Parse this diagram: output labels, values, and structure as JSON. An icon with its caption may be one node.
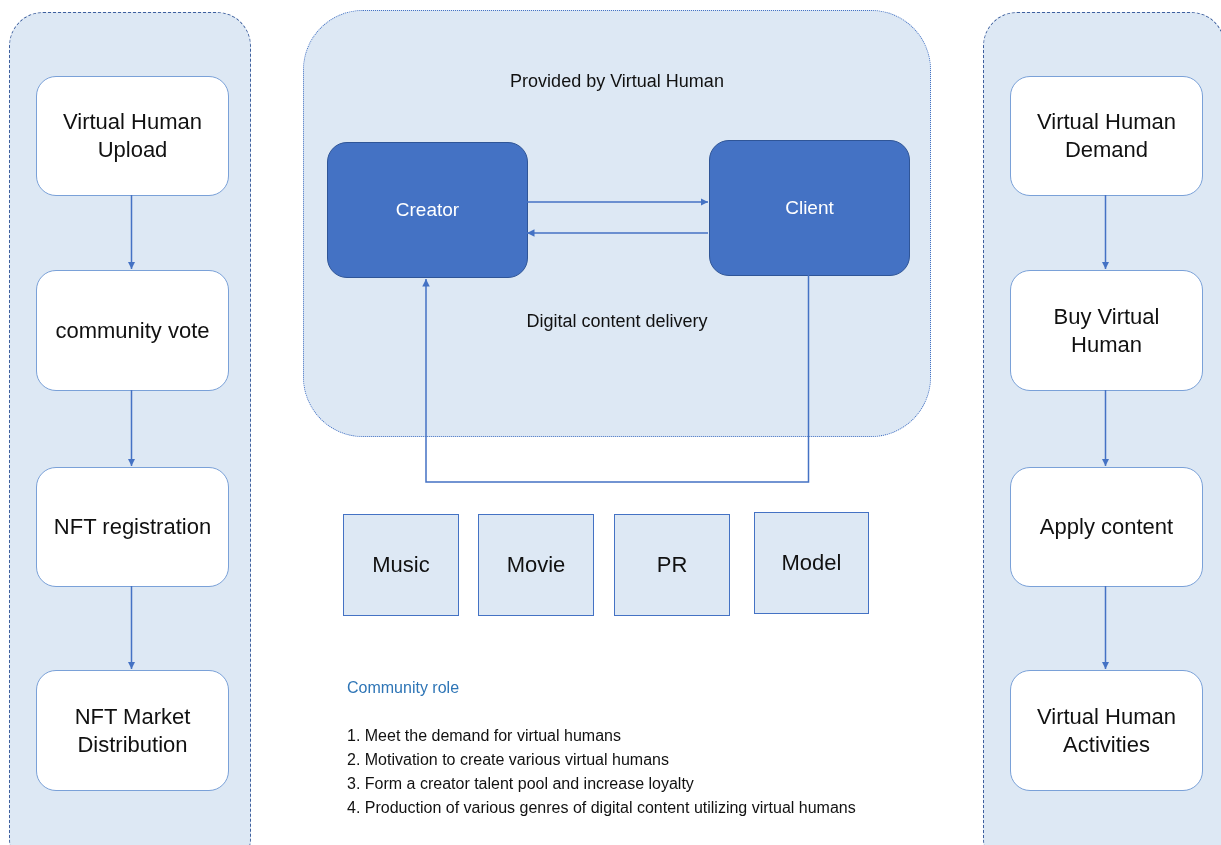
{
  "diagram": {
    "nodes": [
      {
        "text": [],
        "shape": "box"
      },
      {
        "text": [
          "Virtual Human Upload"
        ],
        "in": 0
      },
      {
        "text": [
          "community vote"
        ],
        "in": 0
      },
      {
        "text": [
          "NFT registration"
        ],
        "in": 0
      },
      {
        "text": [
          "NFT Market Distribution"
        ],
        "in": 0
      },
      {
        "text": [
          "Provided by Virtual Human",
          "Digital content delivery"
        ]
      },
      {
        "text": [
          "Creator"
        ],
        "in": 5
      },
      {
        "text": [
          "Client"
        ],
        "in": 5
      },
      {
        "text": [
          "Music"
        ]
      },
      {
        "text": [
          "Movie"
        ]
      },
      {
        "text": [
          "PR"
        ]
      },
      {
        "text": [
          "Model"
        ]
      },
      {
        "text": [],
        "shape": "box"
      },
      {
        "text": [
          "Virtual Human Demand"
        ],
        "in": 12
      },
      {
        "text": [
          "Buy Virtual Human"
        ],
        "in": 12
      },
      {
        "text": [
          "Apply content"
        ],
        "in": 12
      },
      {
        "text": [
          "Virtual Human Activities"
        ],
        "in": 12
      }
    ],
    "edges": [
      {
        "from": 1,
        "to": 2,
        "arrow": "to"
      },
      {
        "from": 2,
        "to": 3,
        "arrow": "to"
      },
      {
        "from": 3,
        "to": 4,
        "arrow": "to"
      },
      {
        "from": 6,
        "to": 7,
        "arrow": "to"
      },
      {
        "from": 7,
        "to": 6,
        "arrow": "to"
      },
      {
        "from": 7,
        "to": 6,
        "arrow": "to"
      },
      {
        "from": 13,
        "to": 14,
        "arrow": "to"
      },
      {
        "from": 14,
        "to": 15,
        "arrow": "to"
      },
      {
        "from": 15,
        "to": 16,
        "arrow": "to"
      }
    ],
    "labels": [
      "Community role",
      "1. Meet the demand for virtual humans",
      "2. Motivation to create various virtual humans",
      "3. Form a creator talent pool and increase loyalty",
      "4. Production of various genres of digital content utilizing virtual humans"
    ]
  }
}
